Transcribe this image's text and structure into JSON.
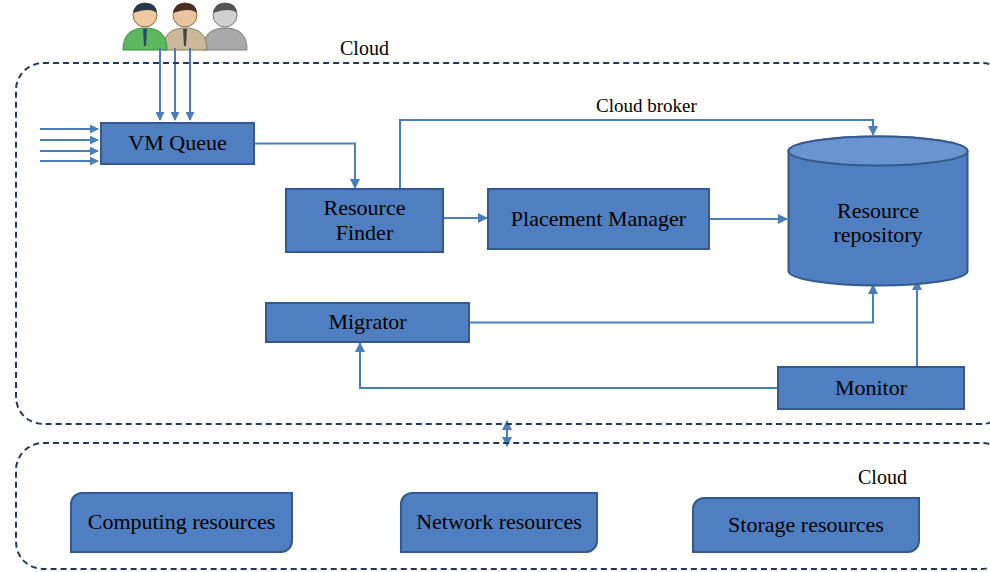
{
  "diagram": {
    "nodes": [
      {
        "text": [
          "Cloud"
        ]
      },
      {
        "text": [
          "VM Queue"
        ],
        "in": 0
      },
      {
        "text": [
          "Resource Finder"
        ],
        "in": 0
      },
      {
        "text": [
          "Placement Manager"
        ],
        "in": 0
      },
      {
        "text": [
          "Resource repository"
        ],
        "in": 0
      },
      {
        "text": [
          "Migrator"
        ],
        "in": 0
      },
      {
        "text": [
          "Monitor"
        ],
        "in": 0
      },
      {
        "text": [
          "Cloud"
        ]
      },
      {
        "text": [
          "Computing resources"
        ],
        "in": 7
      },
      {
        "text": [
          "Network resources"
        ],
        "in": 7
      },
      {
        "text": [
          "Storage resources"
        ],
        "in": 7
      }
    ],
    "edges": [
      {
        "from": 1,
        "to": 2,
        "arrow": "to"
      },
      {
        "from": 2,
        "to": 4,
        "arrow": "to",
        "label": "Cloud broker"
      },
      {
        "from": 2,
        "to": 3,
        "arrow": "to"
      },
      {
        "from": 3,
        "to": 4,
        "arrow": "to"
      },
      {
        "from": 5,
        "to": 4,
        "arrow": "to"
      },
      {
        "from": 6,
        "to": 4,
        "arrow": "to"
      },
      {
        "from": 6,
        "to": 5,
        "arrow": "to"
      },
      {
        "from": 0,
        "to": 7,
        "arrow": "both"
      }
    ]
  }
}
